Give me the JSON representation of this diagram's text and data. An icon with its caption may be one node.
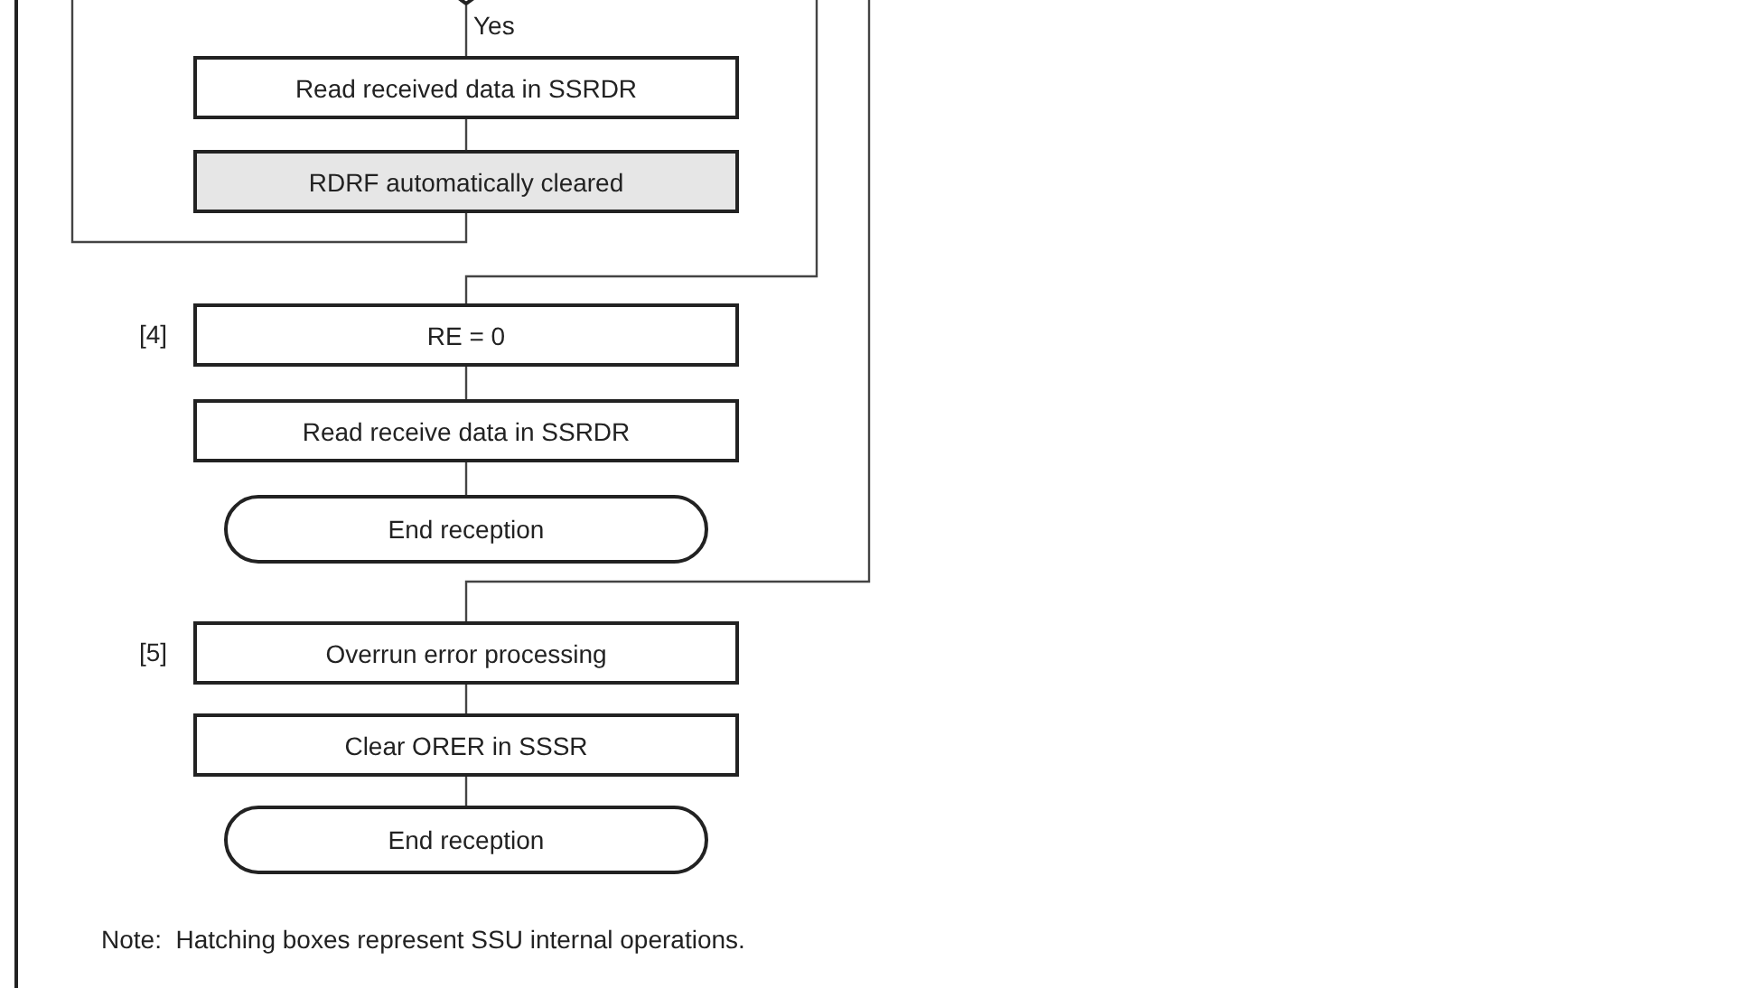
{
  "diagram": {
    "nodes": [
      {
        "text": [],
        "shape": "diamond"
      },
      {
        "text": [
          "Read received data in SSRDR"
        ]
      },
      {
        "text": [
          "RDRF automatically cleared"
        ]
      },
      {
        "text": [
          "RE = 0"
        ],
        "beside": [
          "[4]"
        ]
      },
      {
        "text": [
          "Read receive data in SSRDR"
        ]
      },
      {
        "text": [
          "End reception"
        ]
      },
      {
        "text": [
          "Overrun error processing"
        ],
        "beside": [
          "[5]"
        ]
      },
      {
        "text": [
          "Clear ORER in SSSR"
        ]
      },
      {
        "text": [
          "End reception"
        ]
      }
    ],
    "edges": [
      {
        "from": 0,
        "to": 1,
        "arrow": "none",
        "label": "Yes"
      },
      {
        "from": 1,
        "to": 2,
        "arrow": "none"
      },
      {
        "from": 2,
        "to": null,
        "arrow": "none"
      },
      {
        "from": null,
        "to": 3,
        "arrow": "none"
      },
      {
        "from": 3,
        "to": 4,
        "arrow": "none"
      },
      {
        "from": 4,
        "to": 5,
        "arrow": "none"
      },
      {
        "from": null,
        "to": 6,
        "arrow": "none"
      },
      {
        "from": 6,
        "to": 7,
        "arrow": "none"
      },
      {
        "from": 7,
        "to": 8,
        "arrow": "none"
      }
    ],
    "labels": [
      "Note:  Hatching boxes represent SSU internal operations."
    ]
  }
}
